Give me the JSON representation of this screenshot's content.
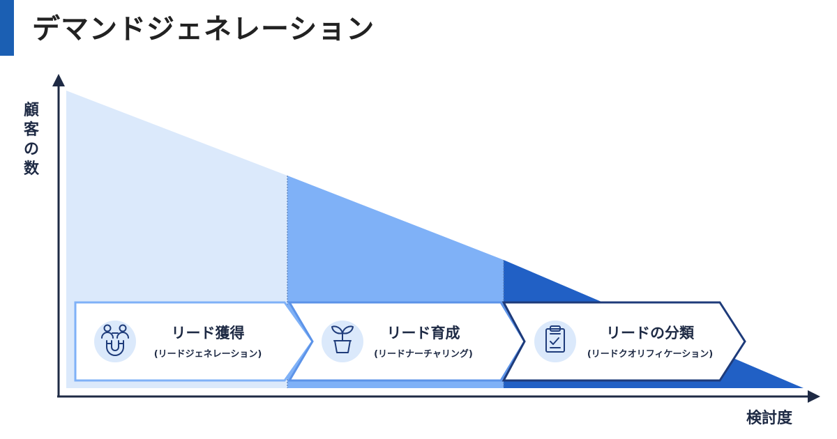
{
  "title": "デマンドジェネレーション",
  "axes": {
    "y_label": "顧客の数",
    "x_label": "検討度"
  },
  "steps": [
    {
      "title": "リード獲得",
      "subtitle": "(リードジェネレーション)",
      "icon": "people-magnet-icon"
    },
    {
      "title": "リード育成",
      "subtitle": "(リードナーチャリング)",
      "icon": "plant-pot-icon"
    },
    {
      "title": "リードの分類",
      "subtitle": "(リードクオリフィケーション)",
      "icon": "clipboard-check-icon"
    }
  ],
  "colors": {
    "accent": "#1b5fb3",
    "stage1": "#dbe9fb",
    "stage2": "#7fb1f7",
    "stage3": "#2160c5",
    "text": "#1e2a44"
  }
}
